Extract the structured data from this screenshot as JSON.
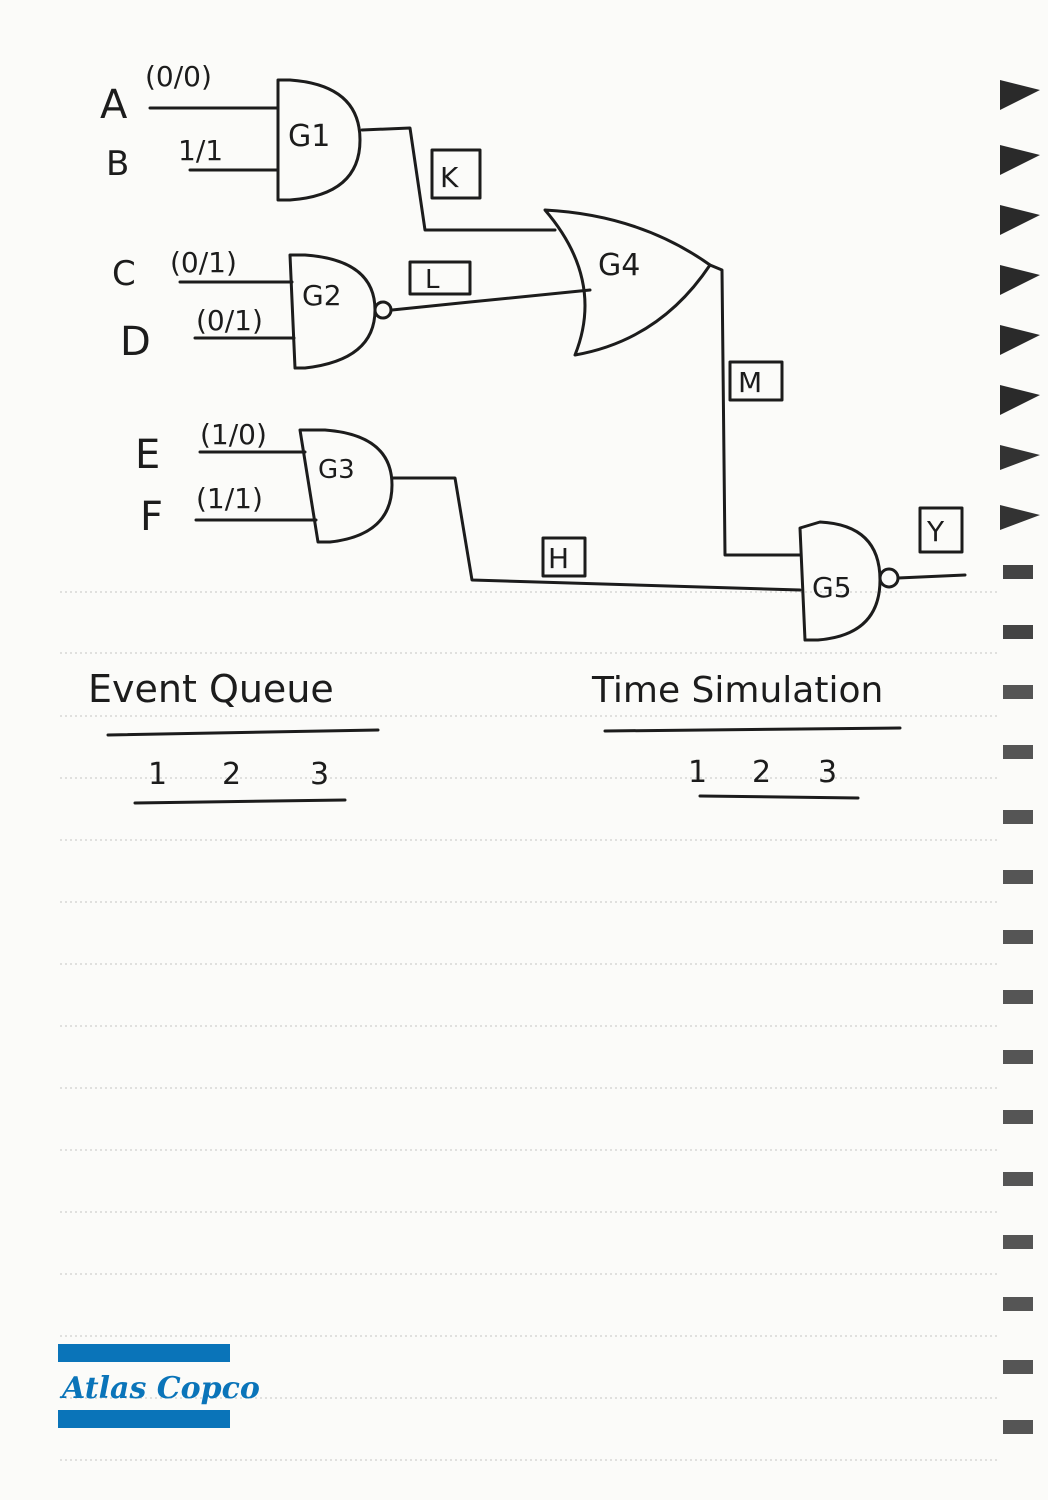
{
  "inputs": {
    "a": {
      "name": "A",
      "value": "(0/0)"
    },
    "b": {
      "name": "B",
      "value": "1/1"
    },
    "c": {
      "name": "C",
      "value": "(0/1)"
    },
    "d": {
      "name": "D",
      "value": "(0/1)"
    },
    "e": {
      "name": "E",
      "value": "(1/0)"
    },
    "f": {
      "name": "F",
      "value": "(1/1)"
    }
  },
  "gates": {
    "g1": "G1",
    "g2": "G2",
    "g3": "G3",
    "g4": "G4",
    "g5": "G5"
  },
  "signals": {
    "k": "K",
    "l": "L",
    "m": "M",
    "h": "H",
    "y": "Y"
  },
  "event_queue": {
    "title": "Event Queue",
    "columns": [
      "1",
      "2",
      "3"
    ]
  },
  "time_simulation": {
    "title": "Time Simulation",
    "columns": [
      "1",
      "2",
      "3"
    ]
  },
  "logo": {
    "text": "Atlas Copco",
    "color": "#0a74b9"
  }
}
